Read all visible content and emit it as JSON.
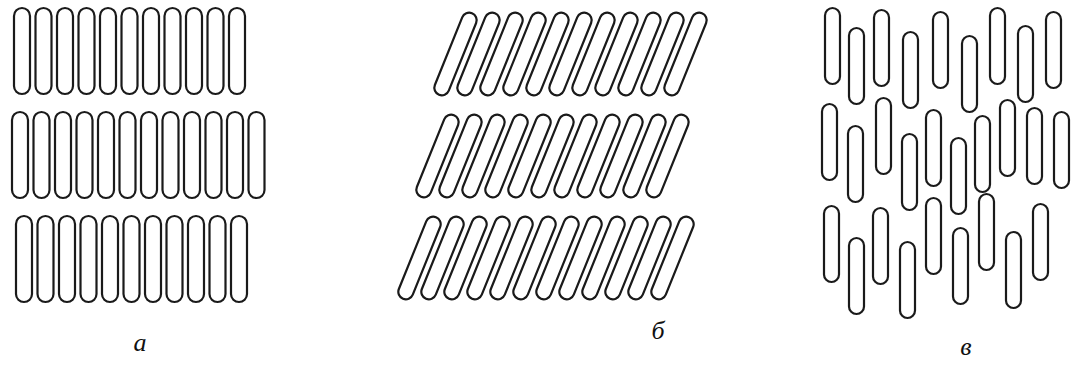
{
  "diagram": {
    "labels": [
      "а",
      "б",
      "в"
    ]
  }
}
